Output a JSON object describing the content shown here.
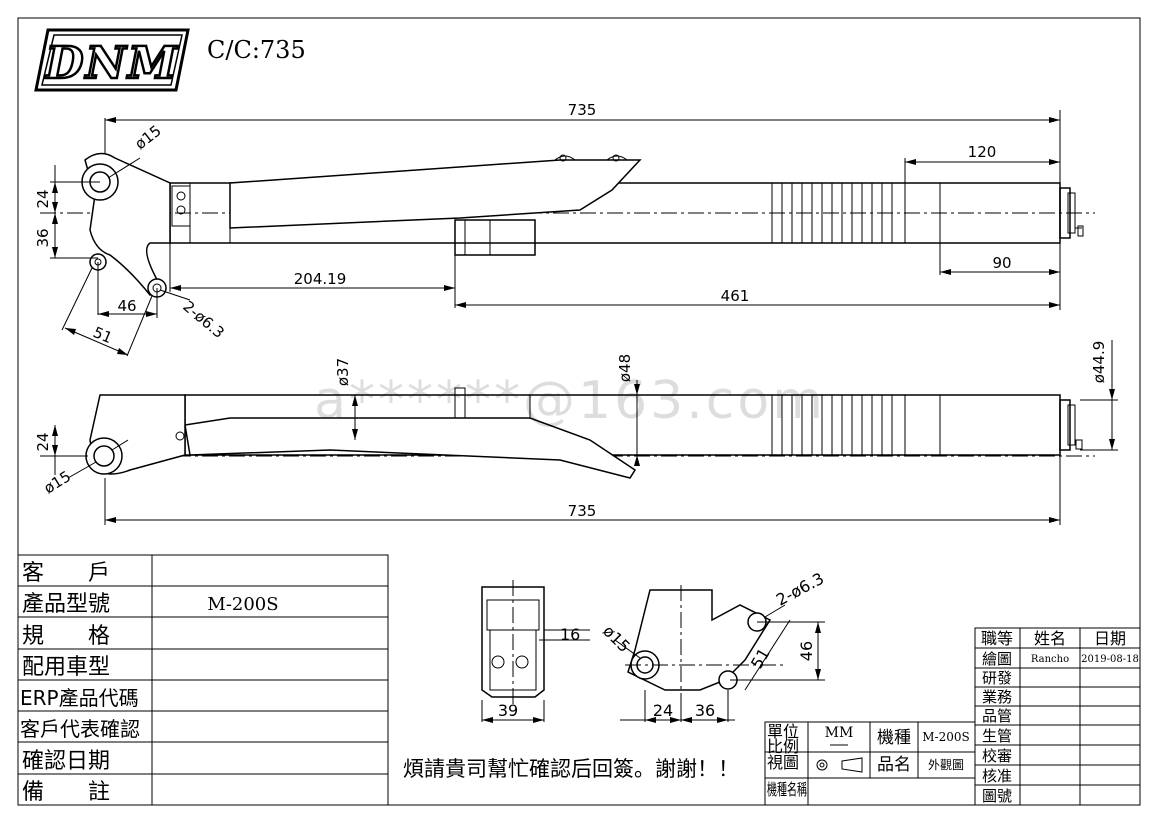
{
  "header": {
    "logo_text": "DNM",
    "cc_label": "C/C:735"
  },
  "dimensions": {
    "top_overall": "735",
    "top_120": "120",
    "top_90": "90",
    "top_20419": "204.19",
    "top_461": "461",
    "top_dia15": "ø15",
    "top_24": "24",
    "top_36": "36",
    "top_46": "46",
    "top_51": "51",
    "top_holes": "2-ø6.3",
    "bot_dia37": "ø37",
    "bot_dia48": "ø48",
    "bot_dia449": "ø44.9",
    "bot_24": "24",
    "bot_dia15": "ø15",
    "bot_overall": "735",
    "detail_16": "16",
    "detail_39": "39",
    "detail_dia15": "ø15",
    "detail_holes": "2-ø6.3",
    "detail_46": "46",
    "detail_51": "51",
    "detail_24": "24",
    "detail_36": "36"
  },
  "watermark": "a******@163.com",
  "left_table": {
    "rows": [
      {
        "label": "客　　戶",
        "value": ""
      },
      {
        "label": "產品型號",
        "value": "M-200S"
      },
      {
        "label": "規　　格",
        "value": ""
      },
      {
        "label": "配用車型",
        "value": ""
      },
      {
        "label": "ERP產品代碼",
        "value": ""
      },
      {
        "label": "客戶代表確認",
        "value": ""
      },
      {
        "label": "確認日期",
        "value": ""
      },
      {
        "label": "備　　註",
        "value": ""
      }
    ]
  },
  "note": "煩請貴司幫忙確認后回簽。謝謝！！",
  "title_block": {
    "unit_label": "單位",
    "unit_value": "MM",
    "scale_label": "比例",
    "model_label": "機種",
    "model_value": "M-200S",
    "view_label": "視圖",
    "product_label": "品名",
    "product_value": "外觀圖",
    "name_label": "機種名稱"
  },
  "approval_table": {
    "headers": [
      "職等",
      "姓名",
      "日期"
    ],
    "rows": [
      {
        "role": "繪圖",
        "name": "Rancho",
        "date": "2019-08-18"
      },
      {
        "role": "研發",
        "name": "",
        "date": ""
      },
      {
        "role": "業務",
        "name": "",
        "date": ""
      },
      {
        "role": "品管",
        "name": "",
        "date": ""
      },
      {
        "role": "生管",
        "name": "",
        "date": ""
      },
      {
        "role": "校審",
        "name": "",
        "date": ""
      },
      {
        "role": "核准",
        "name": "",
        "date": ""
      },
      {
        "role": "圖號",
        "name": "",
        "date": ""
      }
    ]
  }
}
